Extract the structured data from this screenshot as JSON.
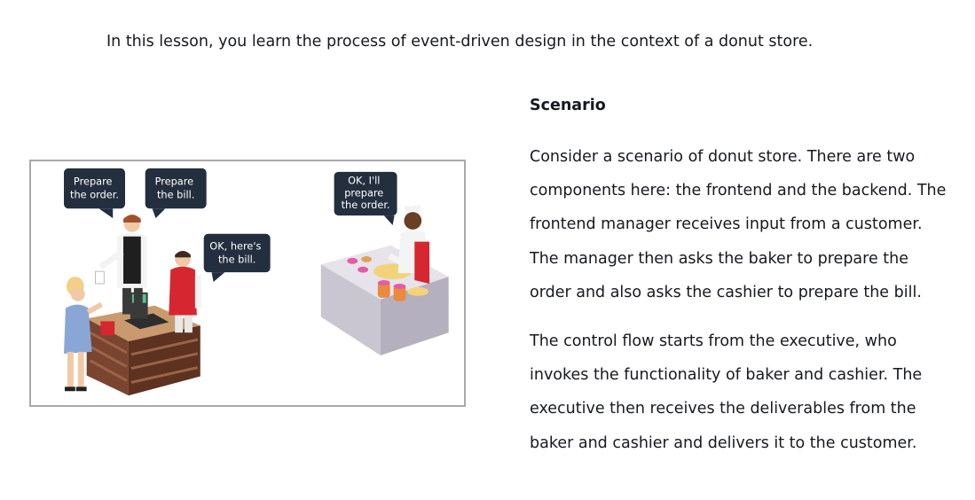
{
  "intro_text": "In this lesson, you learn the process of event-driven design in the context of a donut store.",
  "illustration": {
    "bubbles": {
      "prepare_order": [
        "Prepare",
        "the order."
      ],
      "prepare_bill": [
        "Prepare",
        "the bill."
      ],
      "here_bill": [
        "OK, here's",
        "the bill."
      ],
      "baker_reply": [
        "OK, I'll",
        "prepare",
        "the order."
      ]
    },
    "colors": {
      "bubble": "#232f3e",
      "cashier_vest": "#d6262f",
      "counter_wood": "#6b3a26",
      "baker_apron": "#d6262f",
      "table": "#e6e4ea",
      "frame_border": "#a9a9a9"
    }
  },
  "scenario": {
    "heading": "Scenario",
    "paragraph1_lines": [
      "Consider a scenario of donut store. There are two",
      "components here: the frontend and the backend. The",
      "frontend manager receives input from a customer.",
      "The manager then asks the baker to prepare the",
      "order and also asks the cashier to prepare the bill."
    ],
    "paragraph2_lines": [
      "The control flow starts from the executive, who",
      "invokes the functionality of baker and cashier. The",
      "executive then receives the deliverables from the",
      "baker and cashier and delivers it to the customer."
    ]
  }
}
